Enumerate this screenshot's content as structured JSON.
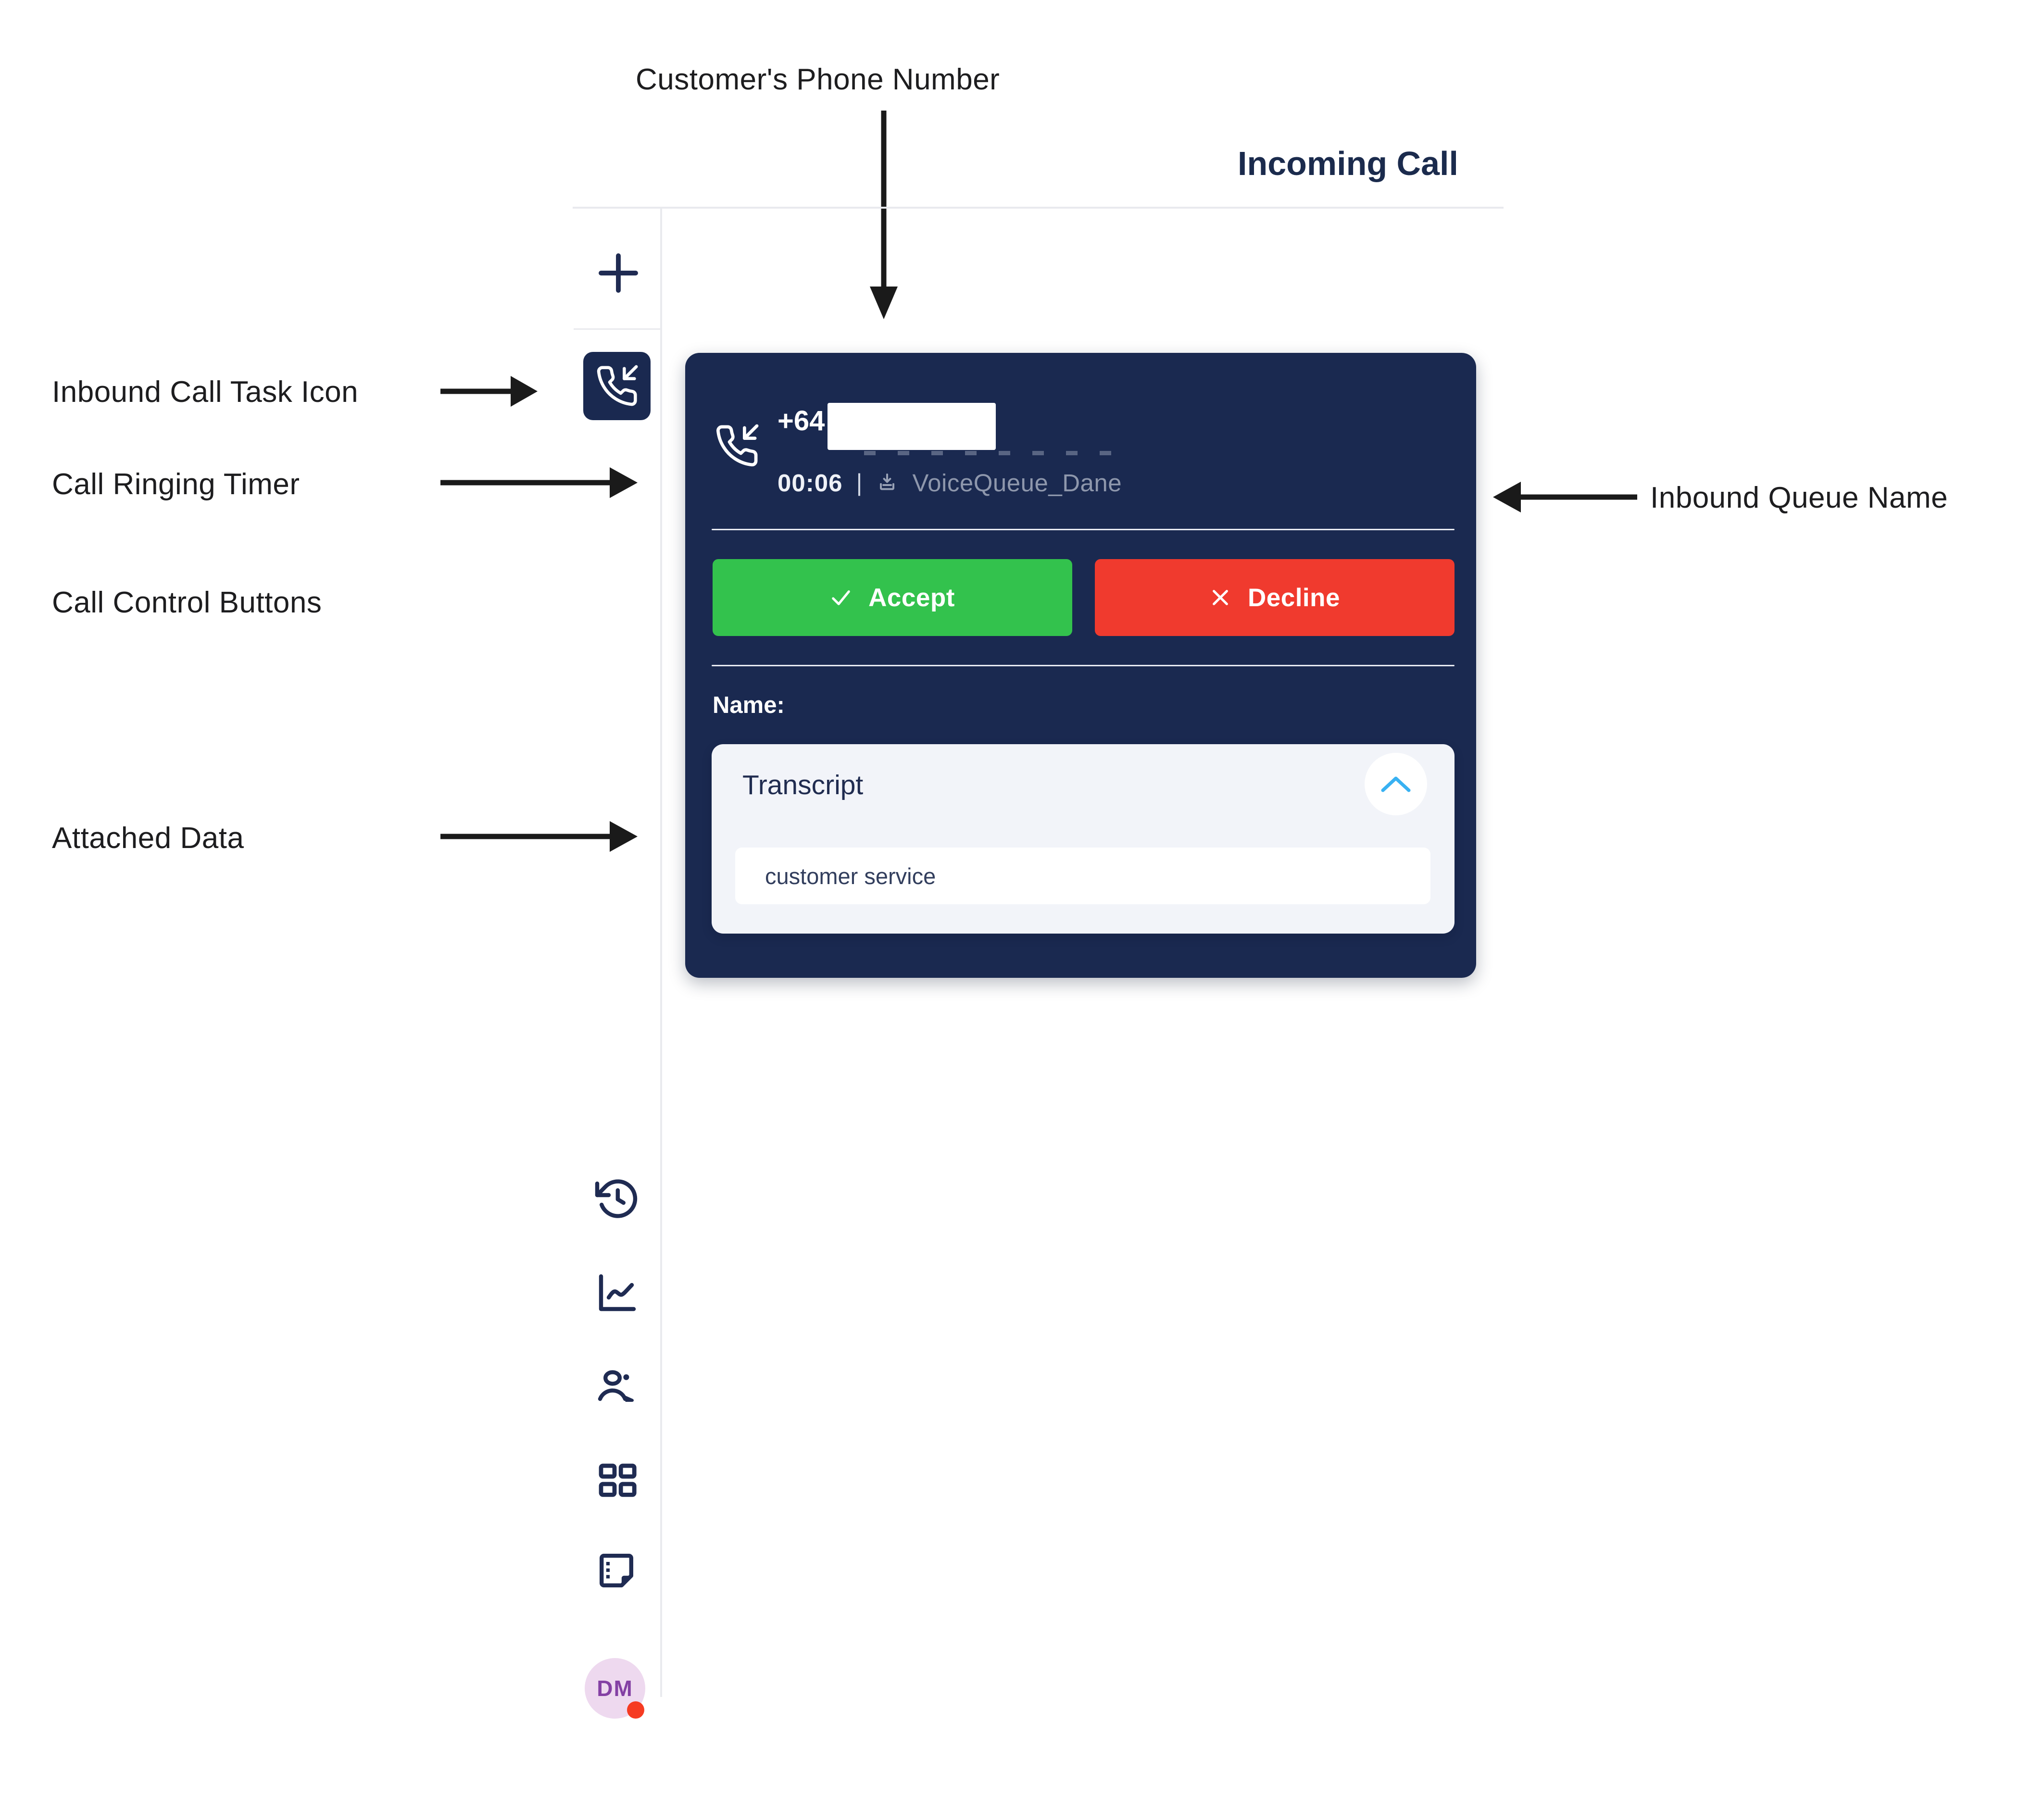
{
  "annotations": {
    "customer_phone": "Customer's Phone Number",
    "inbound_task": "Inbound Call Task Icon",
    "ringing_timer": "Call Ringing Timer",
    "call_controls": "Call Control Buttons",
    "attached_data": "Attached Data",
    "queue_name": "Inbound Queue Name"
  },
  "header": {
    "title": "Incoming Call"
  },
  "card": {
    "phone_prefix": "+64",
    "timer": "00:06",
    "separator": "|",
    "queue_name": "VoiceQueue_Dane",
    "accept": "Accept",
    "decline": "Decline",
    "name_label": "Name:",
    "transcript_title": "Transcript",
    "transcript_value": "customer service"
  },
  "sidebar": {
    "avatar_initials": "DM",
    "icons": [
      {
        "name": "add-task-icon",
        "glyph": "plus"
      },
      {
        "name": "inbound-call-task-icon",
        "glyph": "phone-incoming",
        "active": true
      },
      {
        "name": "history-icon",
        "glyph": "clock-rewind"
      },
      {
        "name": "stats-icon",
        "glyph": "line-chart"
      },
      {
        "name": "agents-icon",
        "glyph": "person-badge"
      },
      {
        "name": "apps-grid-icon",
        "glyph": "grid"
      },
      {
        "name": "notes-icon",
        "glyph": "note-folded"
      }
    ]
  },
  "colors": {
    "card_navy": "#1a2950",
    "accept_green": "#33c24d",
    "decline_red": "#f03a2e",
    "muted_gray": "#8e97ac",
    "chevron_blue": "#38b1f2",
    "avatar_pink": "#eed9ef",
    "avatar_text": "#8440a4",
    "presence_red": "#f63b22",
    "title_navy": "#1b2b4d"
  }
}
